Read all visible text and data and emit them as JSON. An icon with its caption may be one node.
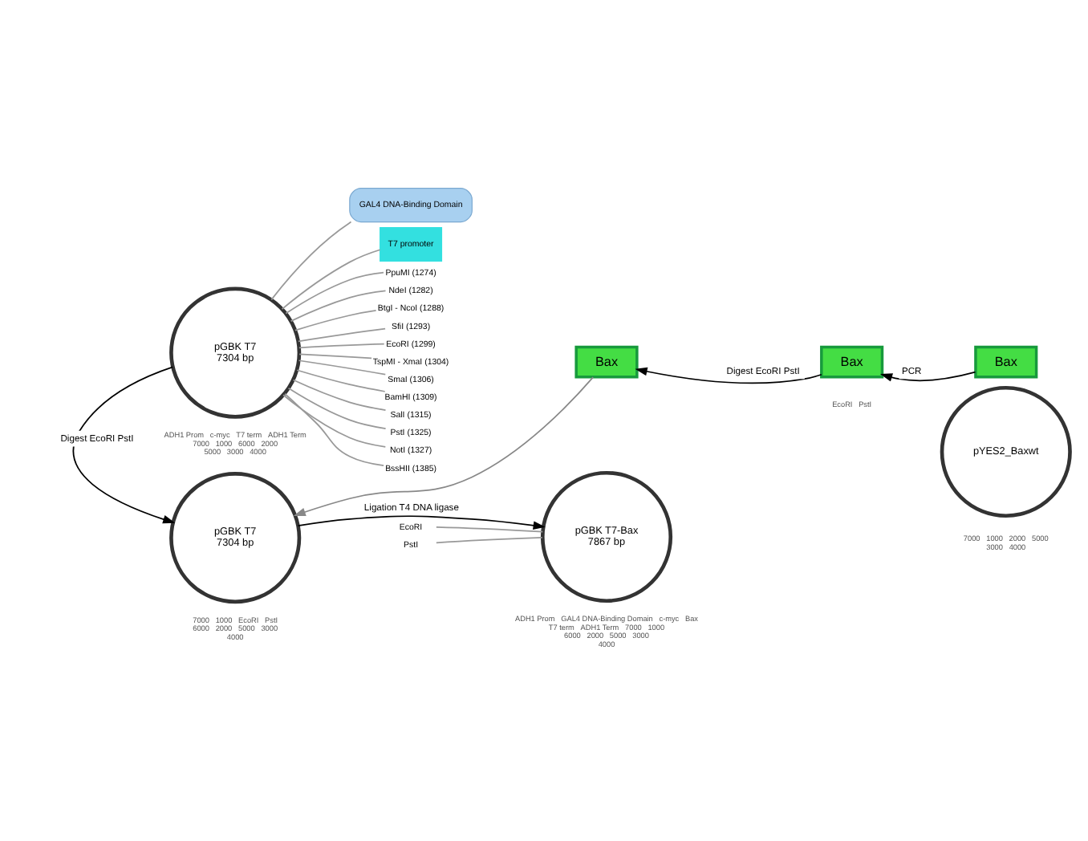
{
  "diagram": {
    "nodes": [
      {
        "text": [
          "pGBK T7",
          "7304 bp"
        ],
        "beside": [
          "ADH1 Prom",
          "c-myc",
          "T7 term",
          "ADH1 Term",
          "7000",
          "1000",
          "6000",
          "2000",
          "5000",
          "3000",
          "4000"
        ]
      },
      {
        "text": [
          "pYES2_Baxwt"
        ],
        "beside": [
          "7000",
          "1000",
          "2000",
          "5000",
          "3000",
          "4000"
        ]
      },
      {
        "text": [
          "Bax"
        ]
      },
      {
        "text": [
          "Bax"
        ],
        "beside": [
          "EcoRI",
          "PstI"
        ]
      },
      {
        "text": [
          "Bax"
        ]
      },
      {
        "text": [
          "pGBK T7",
          "7304 bp"
        ],
        "beside": [
          "7000",
          "1000",
          "EcoRI",
          "PstI",
          "6000",
          "2000",
          "5000",
          "3000",
          "4000"
        ]
      },
      {
        "text": [
          "pGBK T7-Bax",
          "7867 bp"
        ],
        "beside": [
          "ADH1 Prom",
          "GAL4 DNA-Binding Domain",
          "c-myc",
          "Bax",
          "T7 term",
          "ADH1 Term",
          "7000",
          "1000",
          "6000",
          "2000",
          "5000",
          "3000",
          "4000"
        ]
      },
      {
        "text": [
          "GAL4 DNA-Binding Domain"
        ]
      },
      {
        "text": [
          "T7 promoter"
        ]
      },
      {
        "text": [
          "PpuMI (1274)"
        ]
      },
      {
        "text": [
          "NdeI (1282)"
        ]
      },
      {
        "text": [
          "BtgI - NcoI (1288)"
        ]
      },
      {
        "text": [
          "SfiI (1293)"
        ]
      },
      {
        "text": [
          "EcoRI (1299)"
        ]
      },
      {
        "text": [
          "TspMI - XmaI (1304)"
        ]
      },
      {
        "text": [
          "SmaI (1306)"
        ]
      },
      {
        "text": [
          "BamHI (1309)"
        ]
      },
      {
        "text": [
          "SalI (1315)"
        ]
      },
      {
        "text": [
          "PstI (1325)"
        ]
      },
      {
        "text": [
          "NotI (1327)"
        ]
      },
      {
        "text": [
          "BssHII (1385)"
        ]
      },
      {
        "text": [
          "EcoRI"
        ]
      },
      {
        "text": [
          "PstI"
        ]
      }
    ],
    "edges": [
      {
        "from": 2,
        "to": 3,
        "label": "PCR",
        "arrow": "to",
        "color": "#000000"
      },
      {
        "from": 3,
        "to": 4,
        "label": "Digest EcoRI PstI",
        "arrow": "to",
        "color": "#000000"
      },
      {
        "from": 0,
        "to": 5,
        "label": "Digest EcoRI PstI",
        "arrow": "to",
        "color": "#000000"
      },
      {
        "from": 4,
        "to": 5,
        "arrow": "to",
        "color": "#888888"
      },
      {
        "from": 5,
        "to": 6,
        "label": "Ligation T4 DNA ligase",
        "arrow": "to",
        "color": "#000000"
      },
      {
        "from": 7,
        "to": 0,
        "arrow": "none",
        "color": "#999999"
      },
      {
        "from": 8,
        "to": 0,
        "arrow": "none",
        "color": "#999999"
      },
      {
        "from": 9,
        "to": 0,
        "arrow": "none",
        "color": "#999999"
      },
      {
        "from": 10,
        "to": 0,
        "arrow": "none",
        "color": "#999999"
      },
      {
        "from": 11,
        "to": 0,
        "arrow": "none",
        "color": "#999999"
      },
      {
        "from": 12,
        "to": 0,
        "arrow": "none",
        "color": "#999999"
      },
      {
        "from": 13,
        "to": 0,
        "arrow": "none",
        "color": "#999999"
      },
      {
        "from": 14,
        "to": 0,
        "arrow": "none",
        "color": "#999999"
      },
      {
        "from": 15,
        "to": 0,
        "arrow": "none",
        "color": "#999999"
      },
      {
        "from": 16,
        "to": 0,
        "arrow": "none",
        "color": "#999999"
      },
      {
        "from": 17,
        "to": 0,
        "arrow": "none",
        "color": "#999999"
      },
      {
        "from": 18,
        "to": 0,
        "arrow": "none",
        "color": "#999999"
      },
      {
        "from": 19,
        "to": 0,
        "arrow": "none",
        "color": "#999999"
      },
      {
        "from": 20,
        "to": 0,
        "arrow": "none",
        "color": "#999999"
      },
      {
        "from": 21,
        "to": 6,
        "arrow": "none",
        "color": "#999999"
      },
      {
        "from": 22,
        "to": 6,
        "arrow": "none",
        "color": "#999999"
      }
    ]
  }
}
